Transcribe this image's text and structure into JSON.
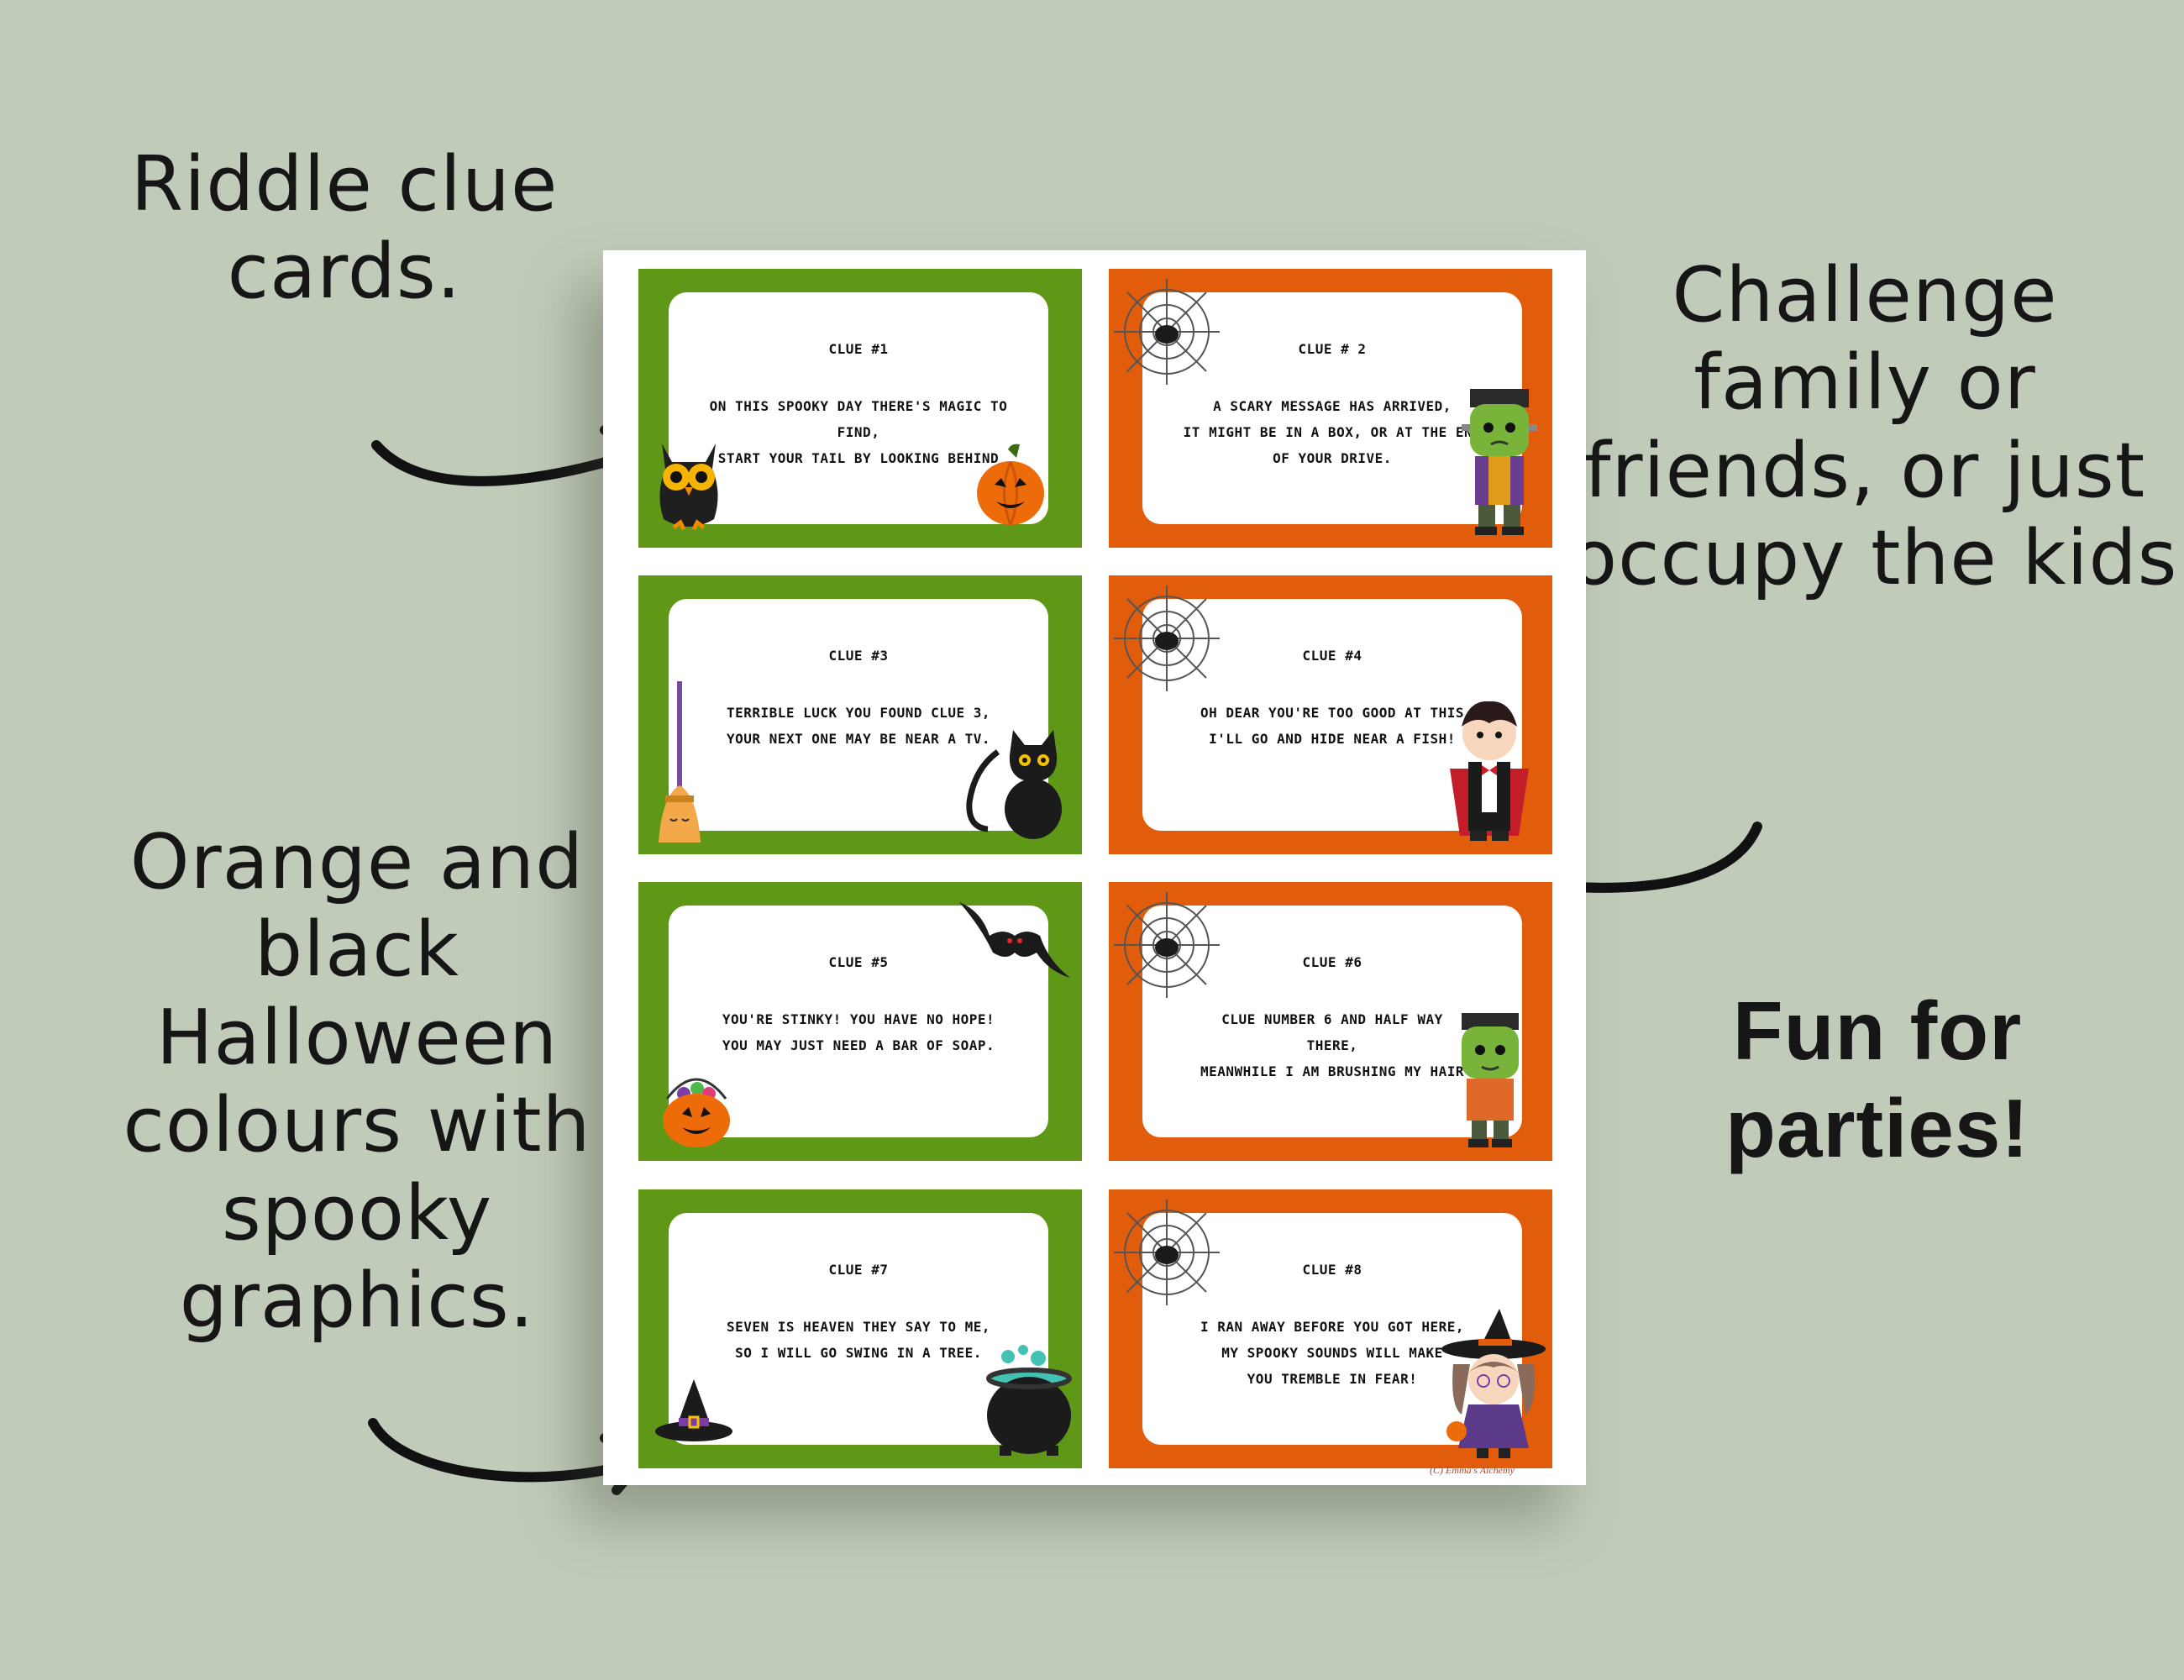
{
  "callouts": {
    "riddle": [
      "Riddle clue",
      "cards."
    ],
    "challenge": [
      "Challenge",
      "family or",
      "friends, or just",
      "occupy the kids."
    ],
    "colours": [
      "Orange and",
      "black",
      "Halloween",
      "colours with",
      "spooky",
      "graphics."
    ],
    "fun": [
      "Fun for",
      "parties!"
    ]
  },
  "colors": {
    "background": "#c1cbb9",
    "green_card": "#5f9716",
    "orange_card": "#e15d0b"
  },
  "cards": [
    {
      "title": "CLUE #1",
      "lines": [
        "ON THIS SPOOKY DAY THERE'S MAGIC TO",
        "FIND,",
        "START YOUR TAIL BY LOOKING BEHIND"
      ],
      "color": "green",
      "icons": [
        "owl-icon",
        "pumpkin-icon"
      ]
    },
    {
      "title": "CLUE # 2",
      "lines": [
        "A SCARY MESSAGE HAS ARRIVED,",
        "IT MIGHT BE IN A BOX, OR AT THE END",
        "OF YOUR DRIVE."
      ],
      "color": "orange",
      "icons": [
        "spiderweb-icon",
        "frankenstein-icon"
      ]
    },
    {
      "title": "CLUE #3",
      "lines": [
        "TERRIBLE LUCK YOU FOUND CLUE 3,",
        "YOUR NEXT ONE MAY BE NEAR A TV."
      ],
      "color": "green",
      "icons": [
        "broom-icon",
        "black-cat-icon"
      ]
    },
    {
      "title": "CLUE #4",
      "lines": [
        "OH DEAR YOU'RE TOO GOOD AT THIS",
        "I'LL GO AND HIDE NEAR A FISH!"
      ],
      "color": "orange",
      "icons": [
        "spiderweb-icon",
        "vampire-icon"
      ]
    },
    {
      "title": "CLUE #5",
      "lines": [
        "YOU'RE STINKY!  YOU HAVE NO HOPE!",
        "YOU MAY JUST NEED A BAR OF SOAP."
      ],
      "color": "green",
      "icons": [
        "bat-icon",
        "candy-bucket-icon"
      ]
    },
    {
      "title": "CLUE #6",
      "lines": [
        "CLUE NUMBER 6 AND HALF WAY",
        "THERE,",
        "MEANWHILE I AM BRUSHING MY HAIR"
      ],
      "color": "orange",
      "icons": [
        "spiderweb-icon",
        "frankenstein-icon"
      ]
    },
    {
      "title": "CLUE #7",
      "lines": [
        "SEVEN IS HEAVEN THEY SAY TO ME,",
        "SO I WILL GO SWING IN A TREE."
      ],
      "color": "green",
      "icons": [
        "witch-hat-icon",
        "cauldron-icon"
      ]
    },
    {
      "title": "CLUE #8",
      "lines": [
        "I RAN AWAY BEFORE YOU GOT HERE,",
        "MY SPOOKY SOUNDS WILL MAKE",
        "YOU TREMBLE IN FEAR!"
      ],
      "color": "orange",
      "icons": [
        "spiderweb-icon",
        "witch-girl-icon"
      ]
    }
  ],
  "copyright": "(C) Emma's Alchemy"
}
